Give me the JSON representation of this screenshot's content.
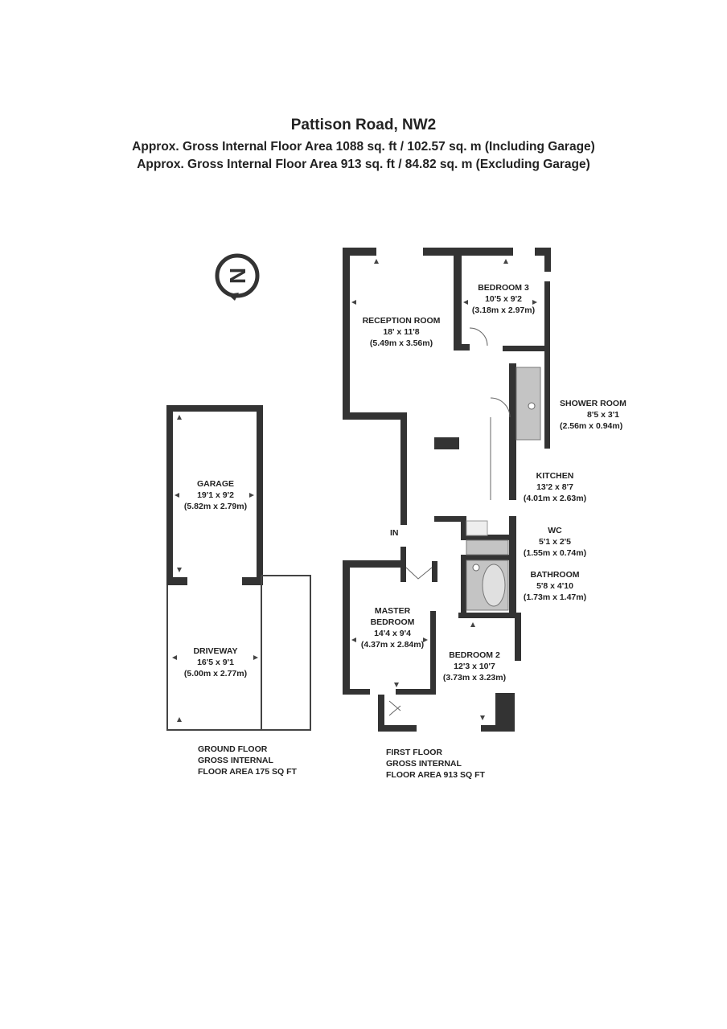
{
  "header": {
    "title": "Pattison Road, NW2",
    "area_including": "Approx. Gross Internal Floor Area 1088 sq. ft / 102.57 sq. m (Including Garage)",
    "area_excluding": "Approx. Gross Internal Floor Area 913 sq. ft / 84.82 sq. m (Excluding Garage)"
  },
  "compass": {
    "letter": "N"
  },
  "rooms": {
    "reception": {
      "name": "RECEPTION ROOM",
      "imperial": "18' x 11'8",
      "metric": "(5.49m x 3.56m)"
    },
    "bedroom3": {
      "name": "BEDROOM 3",
      "imperial": "10'5 x 9'2",
      "metric": "(3.18m x 2.97m)"
    },
    "shower": {
      "name": "SHOWER ROOM",
      "imperial": "8'5 x 3'1",
      "metric": "(2.56m x 0.94m)"
    },
    "kitchen": {
      "name": "KITCHEN",
      "imperial": "13'2 x 8'7",
      "metric": "(4.01m x 2.63m)"
    },
    "wc": {
      "name": "WC",
      "imperial": "5'1 x 2'5",
      "metric": "(1.55m x 0.74m)"
    },
    "bathroom": {
      "name": "BATHROOM",
      "imperial": "5'8 x 4'10",
      "metric": "(1.73m x 1.47m)"
    },
    "master": {
      "name_line1": "MASTER",
      "name_line2": "BEDROOM",
      "imperial": "14'4 x 9'4",
      "metric": "(4.37m x 2.84m)"
    },
    "bedroom2": {
      "name": "BEDROOM 2",
      "imperial": "12'3 x 10'7",
      "metric": "(3.73m x 3.23m)"
    },
    "garage": {
      "name": "GARAGE",
      "imperial": "19'1 x 9'2",
      "metric": "(5.82m x 2.79m)"
    },
    "driveway": {
      "name": "DRIVEWAY",
      "imperial": "16'5 x 9'1",
      "metric": "(5.00m x 2.77m)"
    }
  },
  "entrance": "IN",
  "floors": {
    "ground": {
      "line1": "GROUND FLOOR",
      "line2": "GROSS INTERNAL",
      "line3": "FLOOR AREA 175 SQ FT"
    },
    "first": {
      "line1": "FIRST FLOOR",
      "line2": "GROSS INTERNAL",
      "line3": "FLOOR AREA 913 SQ FT"
    }
  },
  "colors": {
    "wall": "#333333",
    "fixture": "#b8b8b8",
    "text": "#222222"
  }
}
